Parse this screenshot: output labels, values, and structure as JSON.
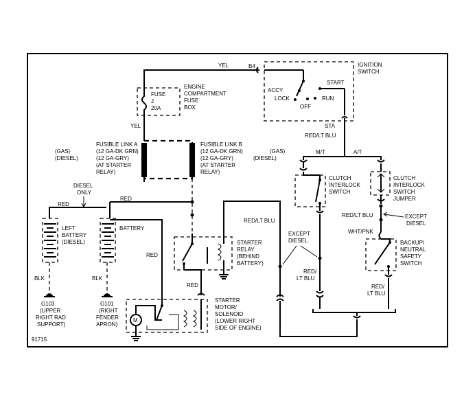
{
  "diagram_id": "91715",
  "ignition": {
    "title": [
      "IGNITION",
      "SWITCH"
    ],
    "positions": {
      "accy": "ACCY",
      "lock": "LOCK",
      "off": "OFF",
      "start": "START",
      "run": "RUN"
    },
    "terminal_b4": "B4",
    "terminal_sta": "STA"
  },
  "wires": {
    "yel_top": "YEL",
    "yel_fuse": "YEL",
    "red_lt_blu_sta": "RED/LT BLU",
    "mt": "M/T",
    "at": "A/T",
    "red_left": "RED",
    "red_right": "RED",
    "red_vertical": "RED",
    "red_relay": "RED",
    "red_lt_blu_relay": "RED/LT BLU",
    "red_lt_blu_clutch": [
      "RED/",
      "LT BLU"
    ],
    "red_lt_blu_jumper": "RED/LT BLU",
    "wht_pnk": "WHT/PNK",
    "red_lt_blu_backup": [
      "RED/",
      "LT BLU"
    ],
    "blk_left": "BLK",
    "blk_right": "BLK"
  },
  "fuse_box": {
    "fuse": [
      "FUSE",
      "J",
      "20A"
    ],
    "title": [
      "ENGINE",
      "COMPARTMENT",
      "FUSE",
      "BOX"
    ]
  },
  "fusible_links": {
    "a": [
      "FUSIBLE LINK A",
      "(12 GA-DK GRN)",
      "(12 GA-GRY)",
      "(AT STARTER",
      "RELAY)"
    ],
    "b": [
      "FUSIBLE LINK B",
      "(12 GA-DK GRN)",
      "(12 GA-GRY)",
      "(AT STARTER",
      "RELAY)"
    ],
    "gas_left": "(GAS)",
    "diesel_left": "(DIESEL)",
    "gas_right": "(GAS)",
    "diesel_right": "(DIESEL)"
  },
  "diesel_only": [
    "DIESEL",
    "ONLY"
  ],
  "left_battery": [
    "LEFT",
    "BATTERY",
    "(DIESEL)"
  ],
  "battery": "BATTERY",
  "grounds": {
    "g103": [
      "G103",
      "(UPPER",
      "RIGHT RAD",
      "SUPPORT)"
    ],
    "g101": [
      "G101",
      "(RIGHT",
      "FENDER",
      "APRON)"
    ]
  },
  "starter_relay": [
    "STARTER",
    "RELAY",
    "(BEHIND",
    "BATTERY)"
  ],
  "starter_motor": [
    "STARTER",
    "MOTOR/",
    "SOLENOID",
    "(LOWER RIGHT",
    "SIDE OF ENGINE)"
  ],
  "motor_symbol": "M",
  "except_diesel_left": [
    "EXCEPT",
    "DIESEL"
  ],
  "except_diesel_right": [
    "EXCEPT",
    "DIESEL"
  ],
  "clutch_switch": [
    "CLUTCH",
    "INTERLOCK",
    "SWITCH"
  ],
  "clutch_jumper": [
    "CLUTCH",
    "INTERLOCK",
    "SWITCH",
    "JUMPER"
  ],
  "backup_switch": [
    "BACKUP/",
    "NEUTRAL",
    "SAFETY",
    "SWITCH"
  ]
}
